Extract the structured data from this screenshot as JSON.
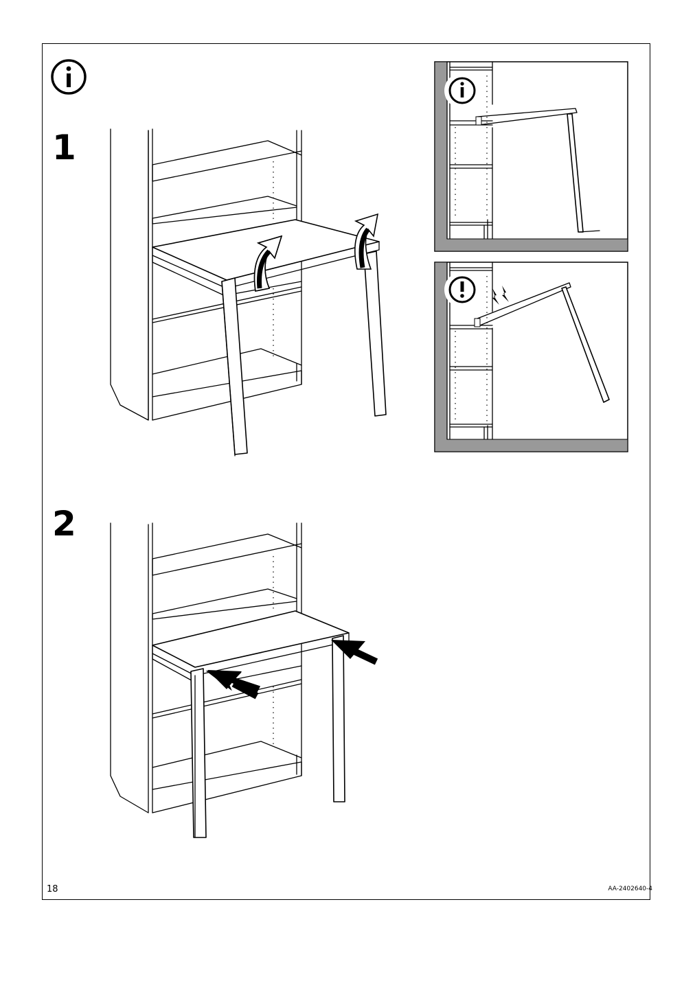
{
  "header": {
    "info_icon": "info-circle-icon"
  },
  "steps": [
    {
      "number": "1"
    },
    {
      "number": "2"
    }
  ],
  "detail_panels": [
    {
      "icon": "info-circle-icon"
    },
    {
      "icon": "warning-exclamation-icon",
      "impact_icon": "lightning-bolt-icon"
    }
  ],
  "footer": {
    "page_number": "18",
    "document_code": "AA-2402640-4"
  },
  "colors": {
    "ink": "#000000",
    "paper": "#ffffff",
    "floor_gray": "#999999"
  }
}
